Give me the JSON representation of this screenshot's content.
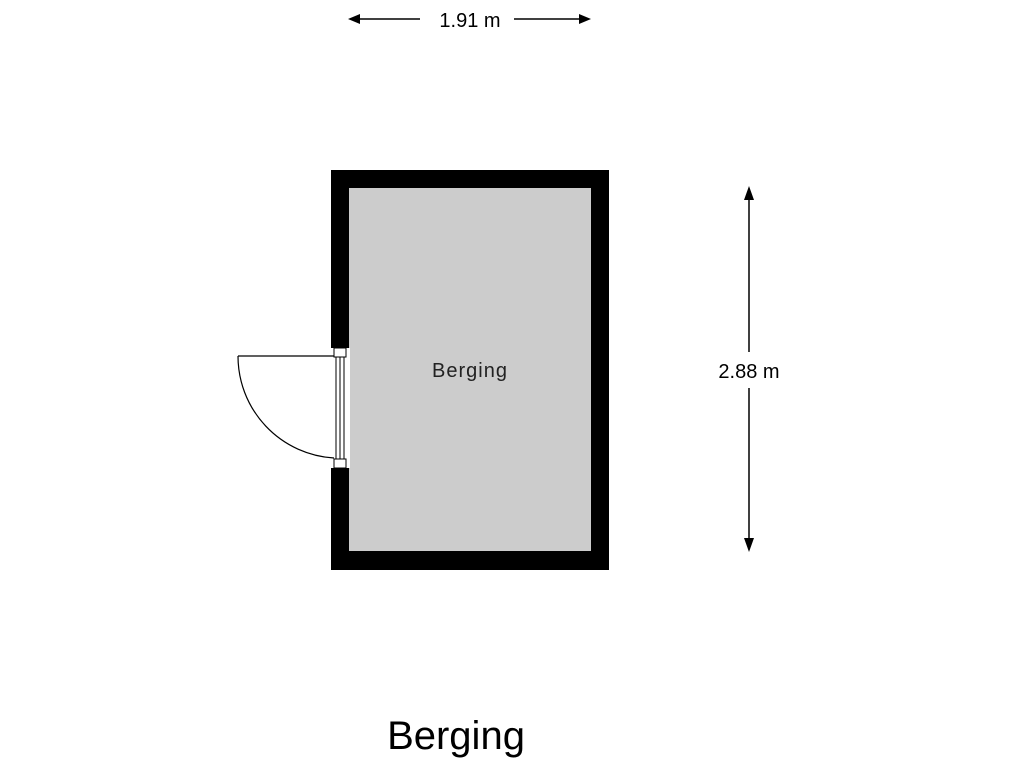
{
  "plan": {
    "title": "Berging",
    "room": {
      "label": "Berging"
    },
    "dimensions": {
      "width_label": "1.91 m",
      "height_label": "2.88 m"
    },
    "colors": {
      "wall": "#000000",
      "floor": "#cccccc",
      "background": "#ffffff",
      "line": "#000000"
    }
  }
}
